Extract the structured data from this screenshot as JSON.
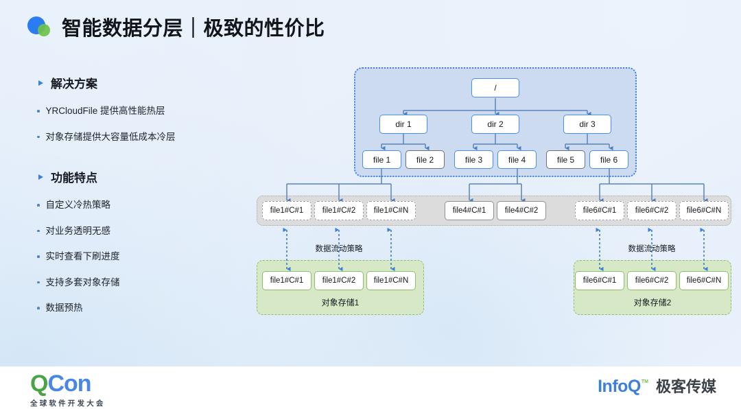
{
  "header": {
    "title": "智能数据分层｜极致的性价比"
  },
  "sidebar": {
    "section1": {
      "title": "解决方案",
      "items": [
        "YRCloudFile 提供高性能热层",
        "对象存储提供大容量低成本冷层"
      ]
    },
    "section2": {
      "title": "功能特点",
      "items": [
        "自定义冷热策略",
        "对业务透明无感",
        "实时查看下刷进度",
        "支持多套对象存储",
        "数据预热"
      ]
    }
  },
  "diagram": {
    "tree": {
      "root": "/",
      "dirs": [
        "dir 1",
        "dir 2",
        "dir 3"
      ],
      "files": [
        "file 1",
        "file 2",
        "file 3",
        "file 4",
        "file 5",
        "file 6"
      ]
    },
    "hot_tier": {
      "chunks": [
        "file1#C#1",
        "file1#C#2",
        "file1#C#N",
        "file4#C#1",
        "file4#C#2",
        "file6#C#1",
        "file6#C#2",
        "file6#C#N"
      ]
    },
    "flow_label_left": "数据流动策略",
    "flow_label_right": "数据流动策略",
    "cold_tier_1": {
      "label": "对象存储1",
      "chunks": [
        "file1#C#1",
        "file1#C#2",
        "file1#C#N"
      ]
    },
    "cold_tier_2": {
      "label": "对象存储2",
      "chunks": [
        "file6#C#1",
        "file6#C#2",
        "file6#C#N"
      ]
    }
  },
  "footer": {
    "qcon_q": "Q",
    "qcon_con": "Con",
    "qcon_sub": "全球软件开发大会",
    "infoq_word": "InfoQ",
    "infoq_tm": "TM",
    "infoq_cn": "极客传媒"
  },
  "colors": {
    "accent_blue": "#4a90e2",
    "brand_green": "#6cc24a",
    "hot_zone": "#dcdcdc",
    "cold_zone": "#d6e8c6",
    "tree_zone": "#ccdbf0"
  }
}
